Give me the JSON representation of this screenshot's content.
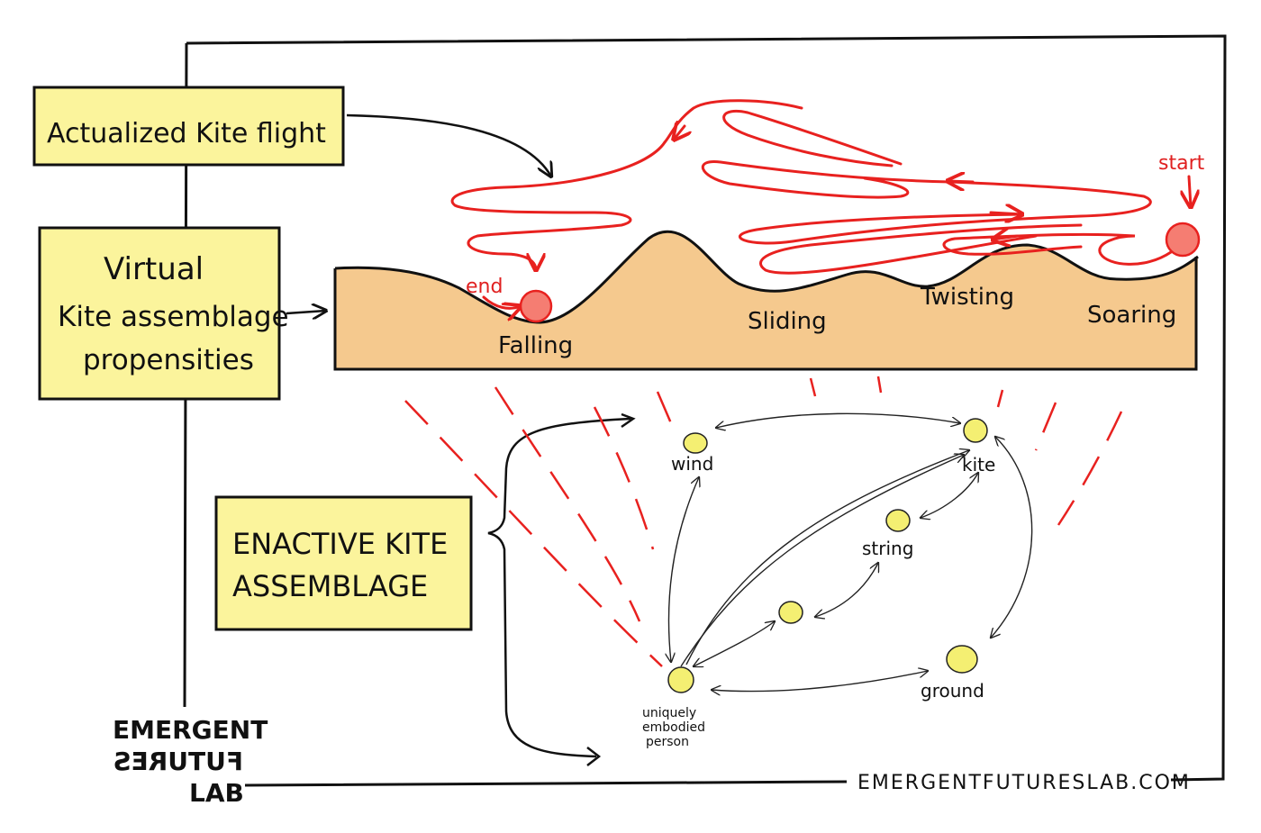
{
  "boxes": {
    "actualized": "Actualized  Kite flight",
    "virtual_line1": "Virtual",
    "virtual_line2": "Kite assemblage",
    "virtual_line3": "propensities",
    "enactive_line1": "ENACTIVE  KITE",
    "enactive_line2": "ASSEMBLAGE"
  },
  "landscape": {
    "falling": "Falling",
    "sliding": "Sliding",
    "twisting": "Twisting",
    "soaring": "Soaring",
    "start": "start",
    "end": "end"
  },
  "nodes": {
    "wind": "wind",
    "kite": "kite",
    "string": "string",
    "ground": "ground",
    "person_line1": "uniquely",
    "person_line2": "embodied",
    "person_line3": "person"
  },
  "footer": {
    "brand_line1": "EMERGENT",
    "brand_line2": "FUTURES",
    "brand_line3": "LAB",
    "url": "EMERGENTFUTURESLAB.COM"
  },
  "colors": {
    "box_fill": "#fbf49c",
    "terrain_fill": "#f5c98e",
    "path_red": "#e8211f",
    "ball_fill": "#f57d72",
    "node_fill": "#f4ef72"
  }
}
